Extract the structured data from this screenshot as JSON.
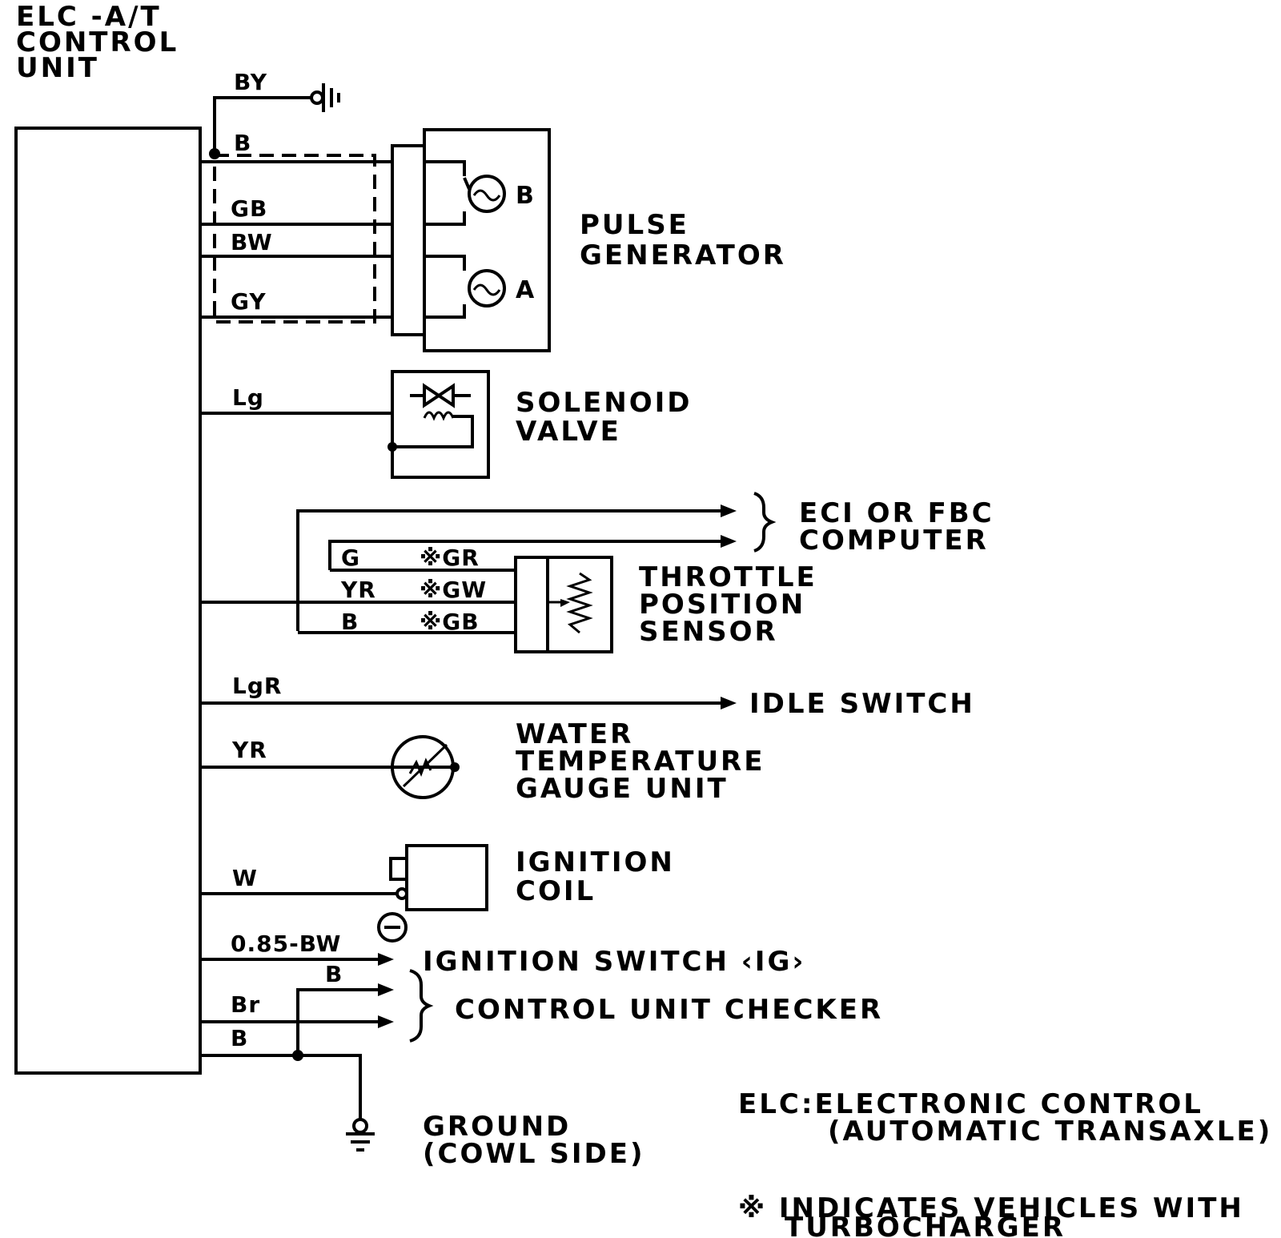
{
  "control_unit": {
    "title_lines": [
      "ELC -A/T",
      "CONTROL",
      "UNIT"
    ]
  },
  "ground_top": {
    "wire": "BY"
  },
  "pulse_generator": {
    "label_lines": [
      "PULSE",
      "GENERATOR"
    ],
    "wires": [
      "B",
      "GB",
      "BW",
      "GY"
    ],
    "coil_b": "B",
    "coil_a": "A"
  },
  "solenoid_valve": {
    "label_lines": [
      "SOLENOID",
      "VALVE"
    ],
    "wire": "Lg"
  },
  "computer": {
    "label_lines": [
      "ECI OR FBC",
      "COMPUTER"
    ]
  },
  "throttle_sensor": {
    "label_lines": [
      "THROTTLE",
      "POSITION",
      "SENSOR"
    ],
    "wires_left": [
      "G",
      "YR",
      "B"
    ],
    "wires_turbo": [
      "※GR",
      "※GW",
      "※GB"
    ]
  },
  "idle_switch": {
    "wire": "LgR",
    "label": "IDLE SWITCH"
  },
  "water_temp": {
    "wire": "YR",
    "label_lines": [
      "WATER",
      "TEMPERATURE",
      "GAUGE UNIT"
    ]
  },
  "ignition_coil": {
    "wire": "W",
    "label_lines": [
      "IGNITION",
      "COIL"
    ],
    "terminal": "⊖"
  },
  "ignition_switch": {
    "wire": "0.85-BW",
    "label": "IGNITION SWITCH ‹IG›"
  },
  "checker": {
    "wire_top": "B",
    "wire_br": "Br",
    "wire_b": "B",
    "label": "CONTROL UNIT CHECKER"
  },
  "ground_bottom": {
    "label_lines": [
      "GROUND",
      "(COWL SIDE)"
    ]
  },
  "notes": {
    "elc_lines": [
      "ELC:ELECTRONIC CONTROL",
      "(AUTOMATIC TRANSAXLE)"
    ],
    "turbo_lines": [
      "※ INDICATES VEHICLES WITH",
      "TURBOCHARGER"
    ]
  }
}
